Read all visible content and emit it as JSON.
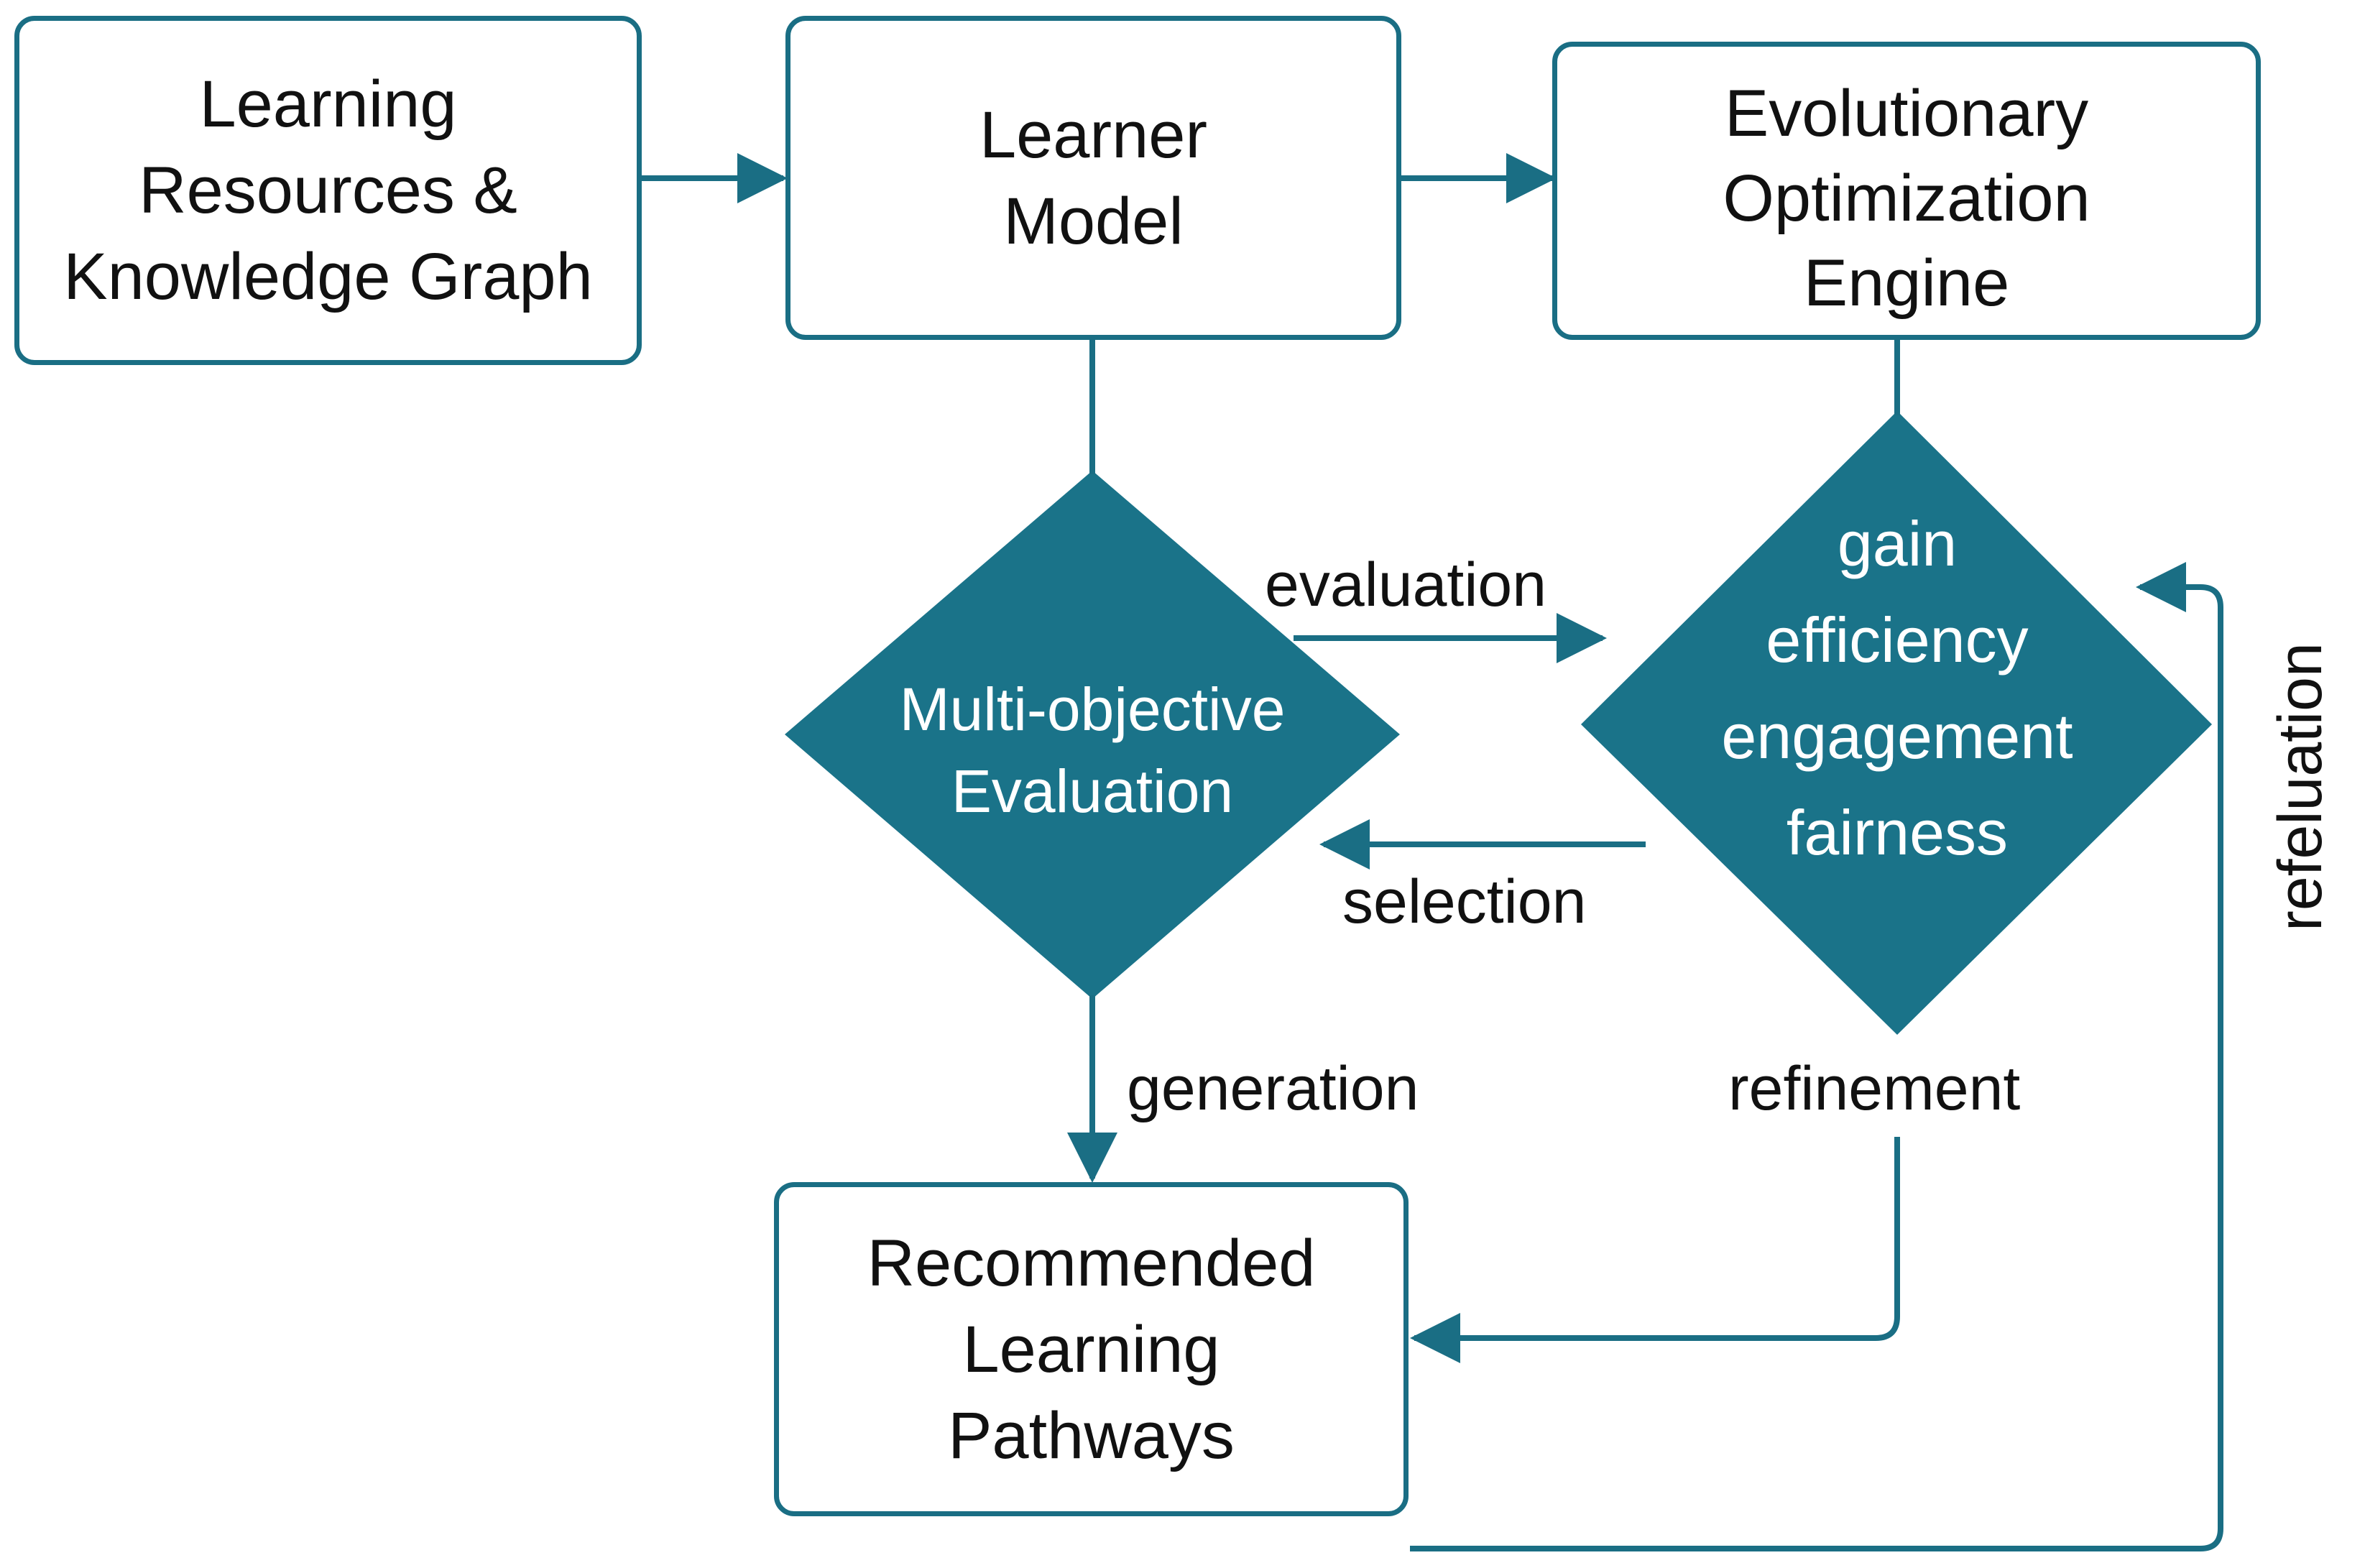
{
  "nodes": {
    "resources": "Learning\nResources  &\nKnowledge Graph",
    "learner_model": "Learner\nModel",
    "engine": "Evolutionary\nOptimization\nEngine",
    "evaluation_diamond": "Multi-objective\nEvaluation",
    "objectives_diamond": "gain\nefficiency\nengagement\nfairness",
    "pathways": "Recommended\nLearning\nPathways"
  },
  "edge_labels": {
    "evaluation": "evaluation",
    "selection": "selection",
    "generation": "generation",
    "refinement": "refinement",
    "refeluation": "refeluation"
  },
  "colors": {
    "accent": "#1a6e84",
    "diamond_fill": "#1a7389",
    "text": "#111111",
    "background": "#ffffff"
  }
}
